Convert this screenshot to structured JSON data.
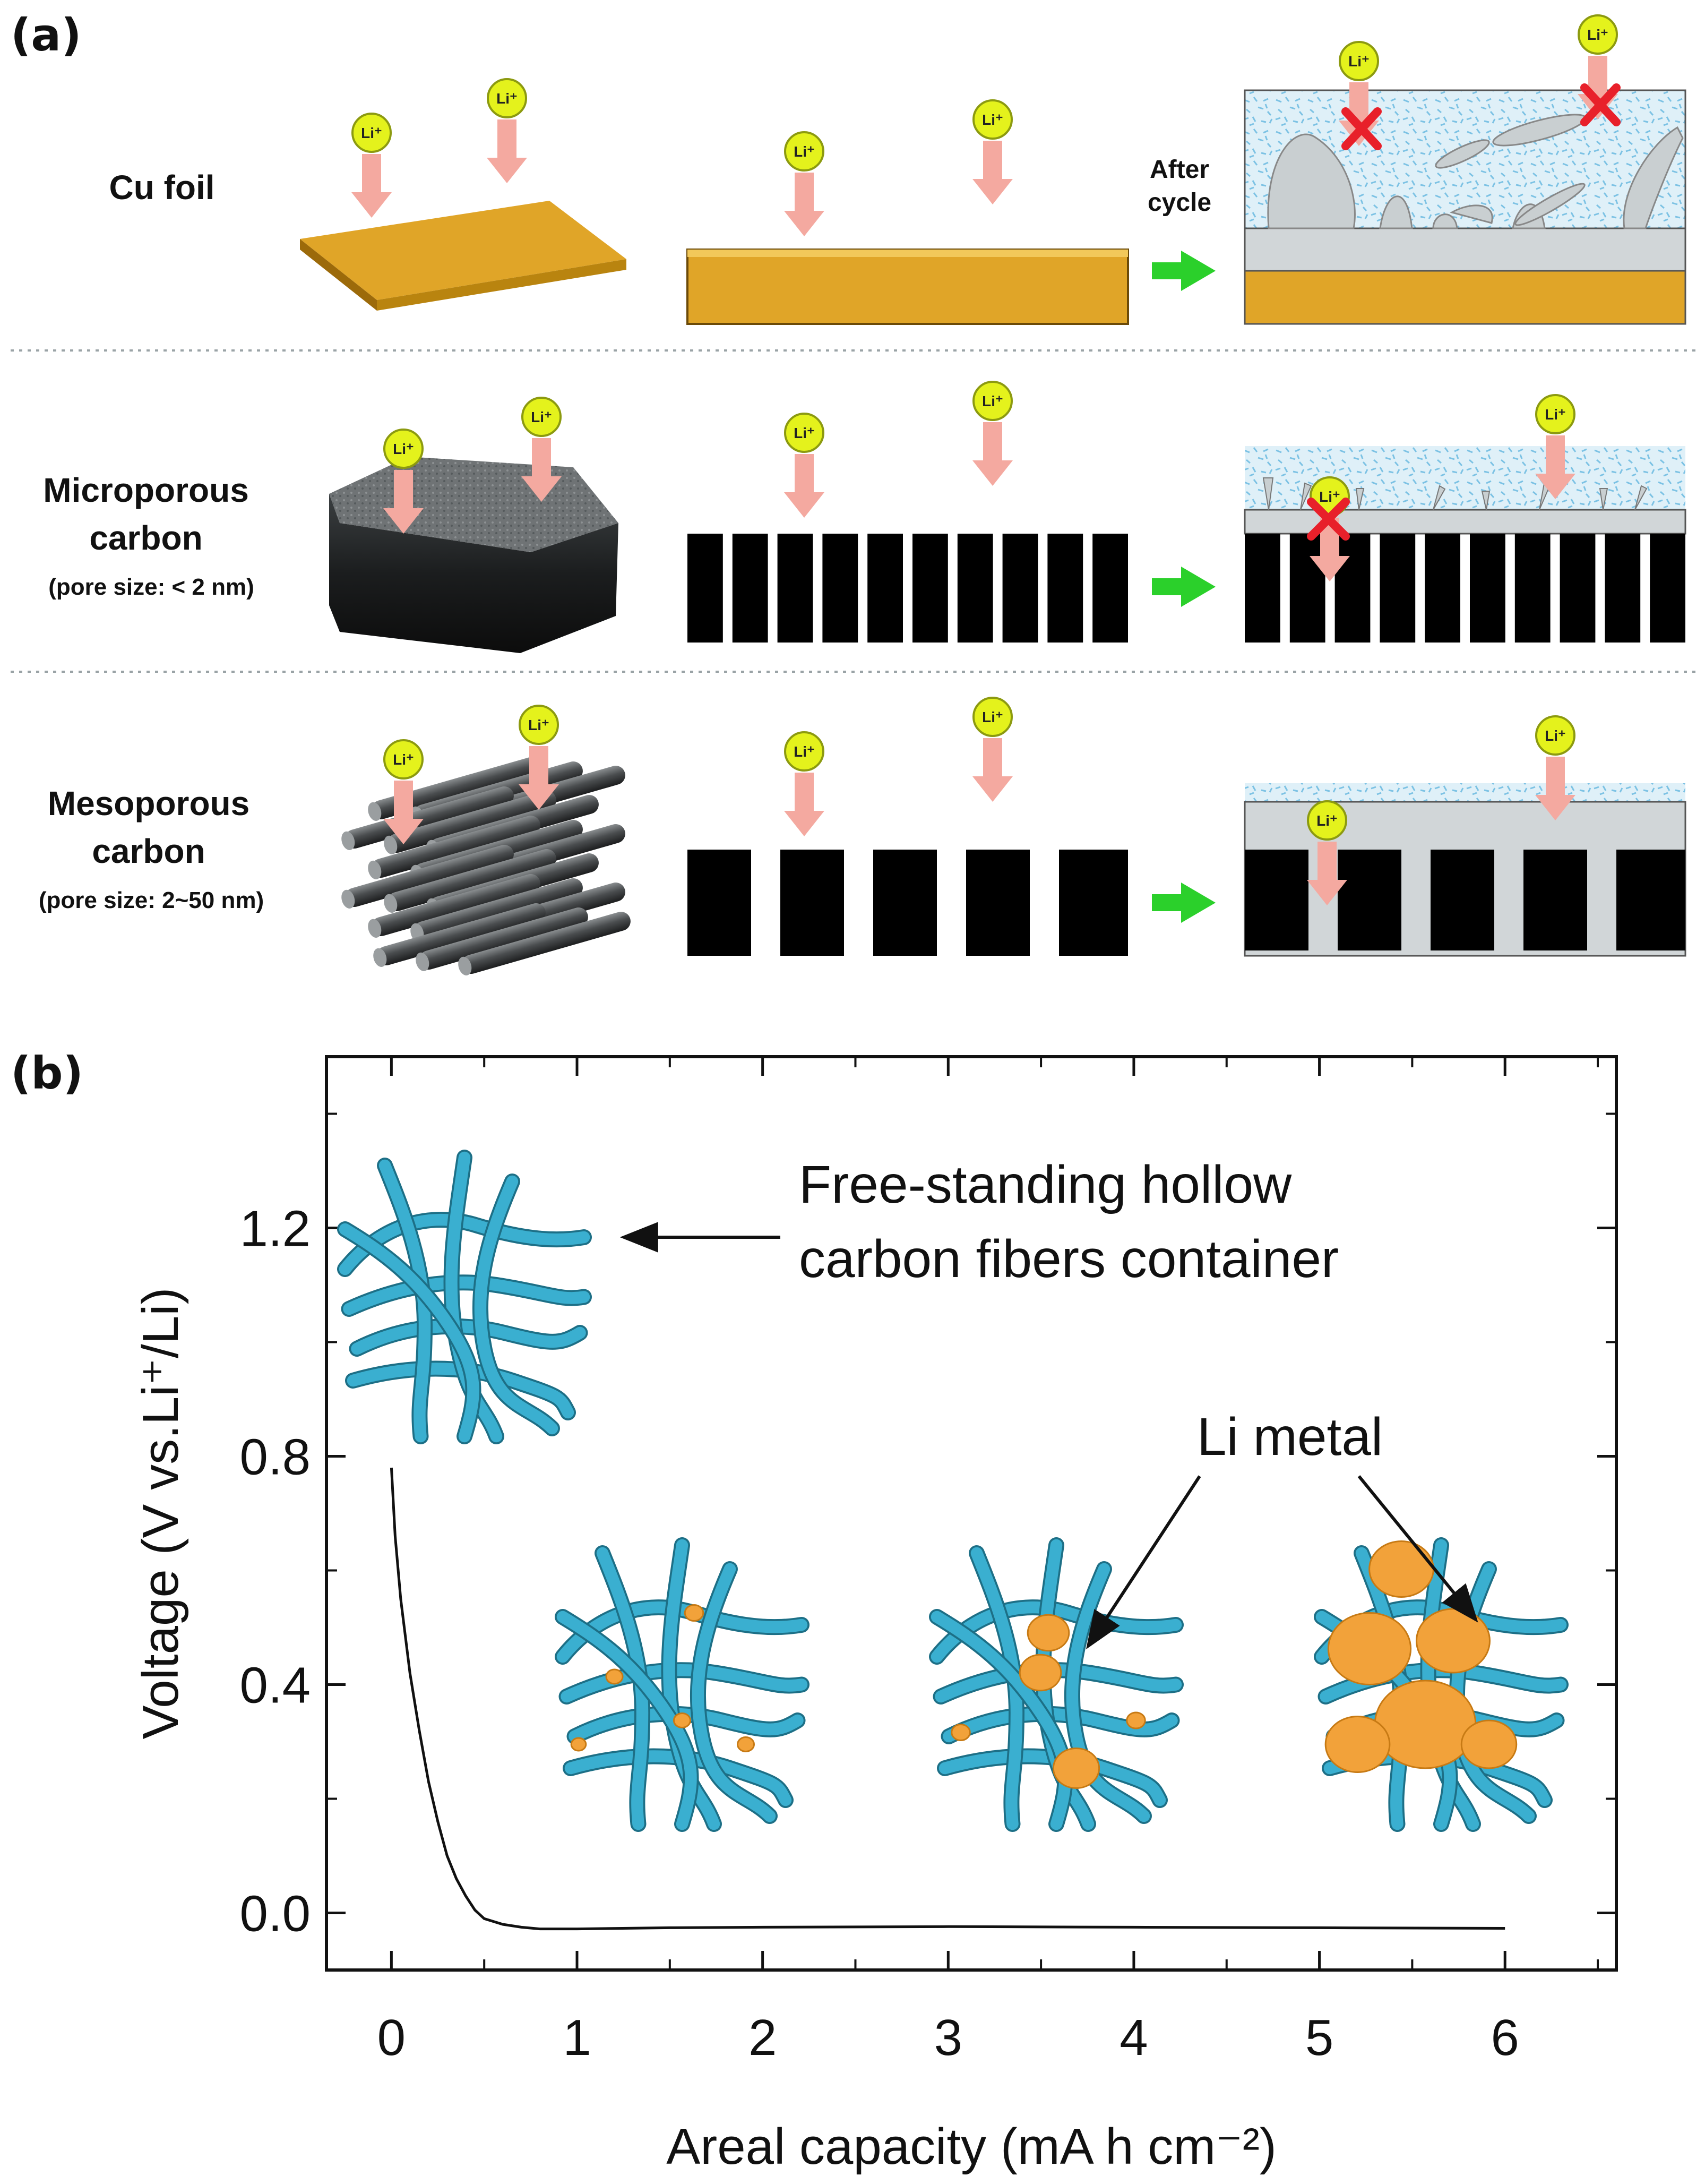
{
  "panel_a": {
    "label": "(a)",
    "li_ion": "Li⁺",
    "after_cycle": [
      "After",
      "cycle"
    ],
    "rows": [
      {
        "label_lines": [
          "Cu foil"
        ],
        "sub": ""
      },
      {
        "label_lines": [
          "Microporous",
          "carbon"
        ],
        "sub": "(pore size: < 2 nm)"
      },
      {
        "label_lines": [
          "Mesoporous",
          "carbon"
        ],
        "sub": "(pore size: 2~50 nm)"
      }
    ]
  },
  "panel_b": {
    "label": "(b)",
    "annotations": {
      "container_line1": "Free-standing hollow",
      "container_line2": "carbon fibers container",
      "li_metal": "Li metal"
    }
  },
  "colors": {
    "cu": "#E0A528",
    "cu_dark": "#B57F12",
    "fiber": "#3AAFD0",
    "li_metal": "#F2A23A",
    "li_ion": "#E4F21C",
    "arrow_pink": "#F4A9A0",
    "arrow_green": "#2BD02B",
    "cross_red": "#E8202A",
    "electrolyte": "#9FD3EC",
    "sei_gray": "#C9CFD1"
  },
  "chart_data": {
    "type": "line",
    "title": "",
    "xlabel": "Areal capacity (mA h cm⁻²)",
    "ylabel": "Voltage (V vs.Li⁺/Li)",
    "xlim": [
      -0.35,
      6.6
    ],
    "ylim": [
      -0.1,
      1.5
    ],
    "xticks": [
      "0",
      "1",
      "2",
      "3",
      "4",
      "5",
      "6"
    ],
    "yticks": [
      "0.0",
      "0.4",
      "0.8",
      "1.2"
    ],
    "grid": false,
    "series": [
      {
        "name": "",
        "x": [
          0,
          0.02,
          0.05,
          0.1,
          0.15,
          0.2,
          0.25,
          0.3,
          0.35,
          0.4,
          0.45,
          0.5,
          0.6,
          0.7,
          0.8,
          1.0,
          1.5,
          2.0,
          3.0,
          4.0,
          5.0,
          6.0
        ],
        "y": [
          0.78,
          0.66,
          0.55,
          0.42,
          0.32,
          0.23,
          0.16,
          0.1,
          0.06,
          0.03,
          0.005,
          -0.01,
          -0.02,
          -0.025,
          -0.028,
          -0.028,
          -0.026,
          -0.025,
          -0.024,
          -0.025,
          -0.026,
          -0.027
        ]
      }
    ]
  }
}
